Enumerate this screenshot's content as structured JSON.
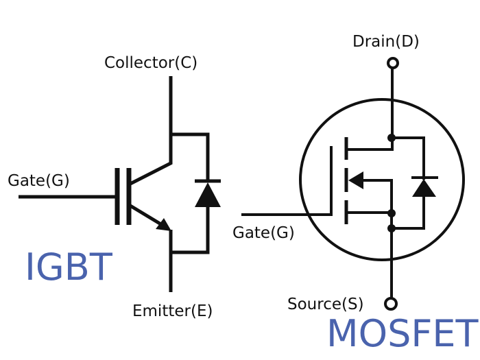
{
  "igbt": {
    "title": "IGBT",
    "title_color": "#4a63ad",
    "labels": {
      "collector": "Collector(C)",
      "gate": "Gate(G)",
      "emitter": "Emitter(E)"
    }
  },
  "mosfet": {
    "title": "MOSFET",
    "title_color": "#4a63ad",
    "labels": {
      "drain": "Drain(D)",
      "gate": "Gate(G)",
      "source": "Source(S)"
    }
  }
}
